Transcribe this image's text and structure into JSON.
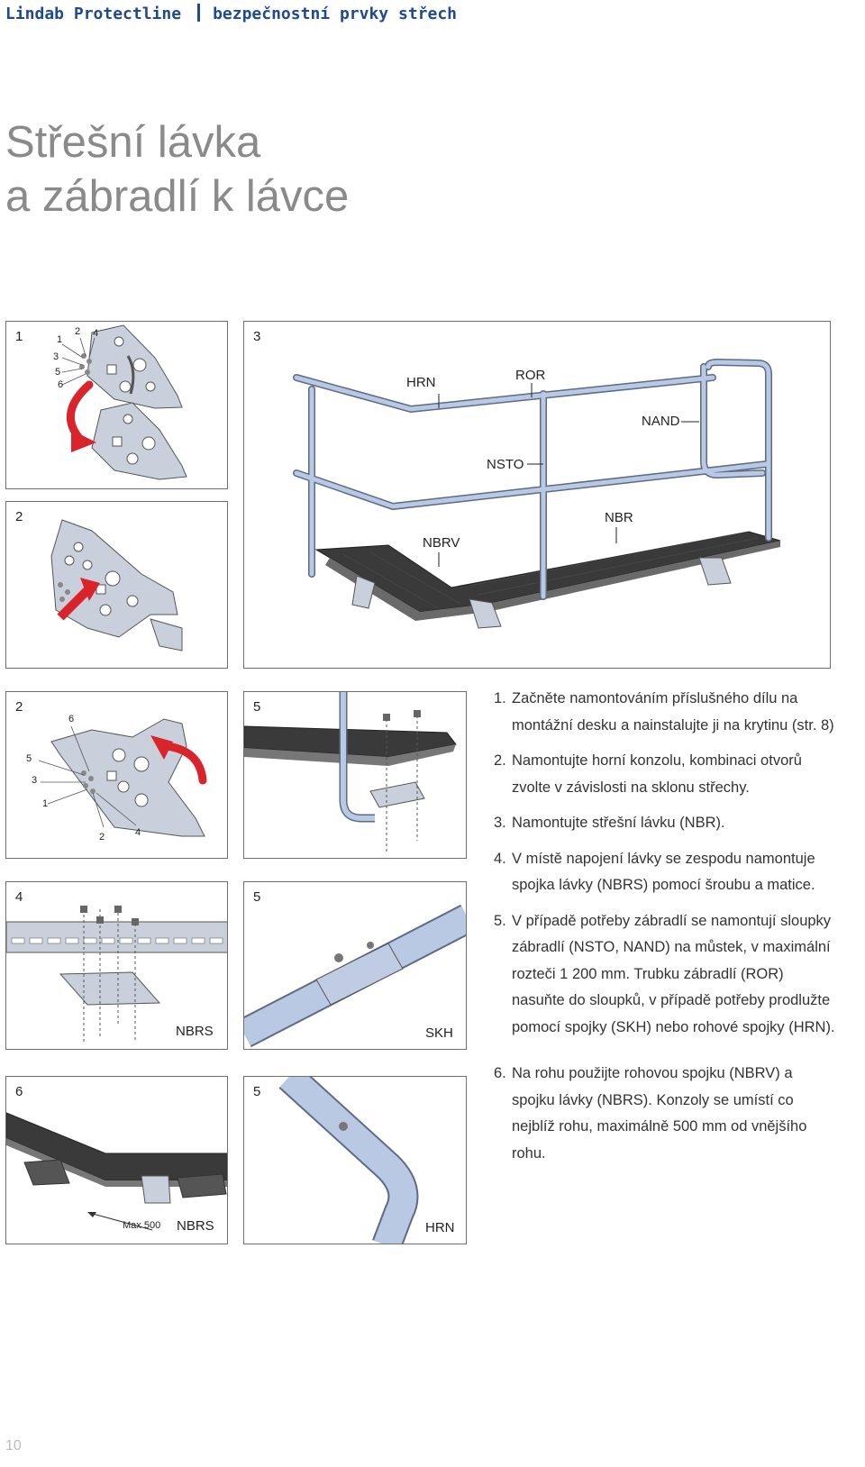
{
  "header": {
    "brand": "Lindab Protectline",
    "section": "bezpečnostní prvky střech"
  },
  "title": {
    "line1": "Střešní lávka",
    "line2": "a zábradlí k lávce"
  },
  "panels": {
    "p1": {
      "number": "1",
      "callouts": [
        "1",
        "2",
        "4",
        "3",
        "5",
        "6"
      ]
    },
    "p2top": {
      "number": "2"
    },
    "p3": {
      "number": "3",
      "labels": {
        "hrn": "HRN",
        "ror": "ROR",
        "nand": "NAND",
        "nsto": "NSTO",
        "nbr": "NBR",
        "nbrv": "NBRV"
      }
    },
    "p2b": {
      "number": "2",
      "callouts": [
        "6",
        "5",
        "3",
        "1",
        "2",
        "4"
      ]
    },
    "p5a": {
      "number": "5"
    },
    "p4": {
      "number": "4",
      "label": "NBRS"
    },
    "p5b": {
      "number": "5",
      "label": "SKH"
    },
    "p6": {
      "number": "6",
      "label": "NBRS",
      "dimension": "Max 500"
    },
    "p5c": {
      "number": "5",
      "label": "HRN"
    }
  },
  "instructions": [
    {
      "num": "1.",
      "text": "Začněte namontováním příslušného dílu na montážní desku a nainstalujte ji na krytinu (str. 8)"
    },
    {
      "num": "2.",
      "text": "Namontujte horní konzolu, kombinaci otvorů zvolte v závislosti na sklonu střechy."
    },
    {
      "num": "3.",
      "text": "Namontujte střešní lávku (NBR)."
    },
    {
      "num": "4.",
      "text": "V místě napojení lávky se zespodu namontuje spojka lávky (NBRS) pomocí šroubu a matice."
    },
    {
      "num": "5.",
      "text": "V případě potřeby zábradlí se namontují sloupky zábradlí (NSTO, NAND) na můstek, v maximální rozteči 1 200 mm. Trubku zábradlí (ROR) nasuňte do sloupků, v případě potřeby prodlužte pomocí spojky (SKH) nebo rohové spojky (HRN)."
    },
    {
      "num": "6.",
      "text": "Na rohu použijte rohovou spojku (NBRV) a spojku lávky (NBRS). Konzoly se umístí co nejblíž rohu, maximálně 500 mm od vnějšího rohu."
    }
  ],
  "page_number": "10",
  "colors": {
    "brand_blue": "#1f4a8f",
    "title_gray": "#8a8a8a",
    "rail_blue": "#b9c8e3",
    "arrow_red": "#d8242a",
    "grate_dark": "#3a3a3a",
    "bracket_gray": "#c9cfdb"
  }
}
